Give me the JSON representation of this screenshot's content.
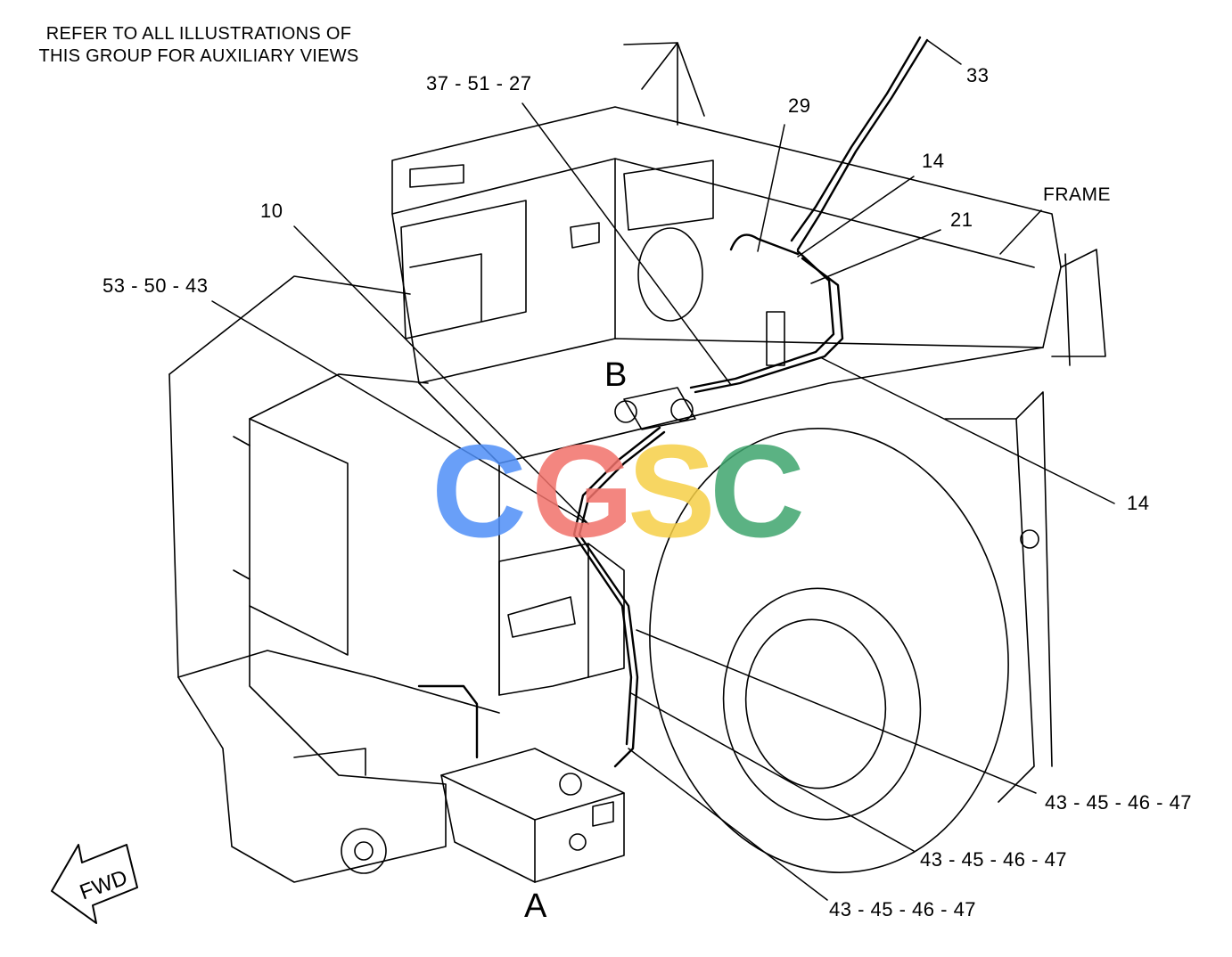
{
  "note": {
    "line1": "REFER TO ALL ILLUSTRATIONS OF",
    "line2": "THIS GROUP FOR AUXILIARY VIEWS"
  },
  "callouts": {
    "c33": "33",
    "c37_51_27": "37 - 51 - 27",
    "c29": "29",
    "c14_top": "14",
    "frame": "FRAME",
    "c21": "21",
    "c10": "10",
    "c53_50_43": "53 - 50 - 43",
    "c14_right": "14",
    "c43_a": "43 - 45 - 46 - 47",
    "c43_b": "43 - 45 - 46 - 47",
    "c43_c": "43 - 45 - 46 - 47"
  },
  "views": {
    "a": "A",
    "b": "B"
  },
  "fwd_label": "FWD",
  "watermark": {
    "letters": [
      "C",
      "G",
      "S",
      "C"
    ],
    "colors": [
      "#4f8ff7",
      "#f2726b",
      "#f6cf47",
      "#3fa56e"
    ]
  }
}
